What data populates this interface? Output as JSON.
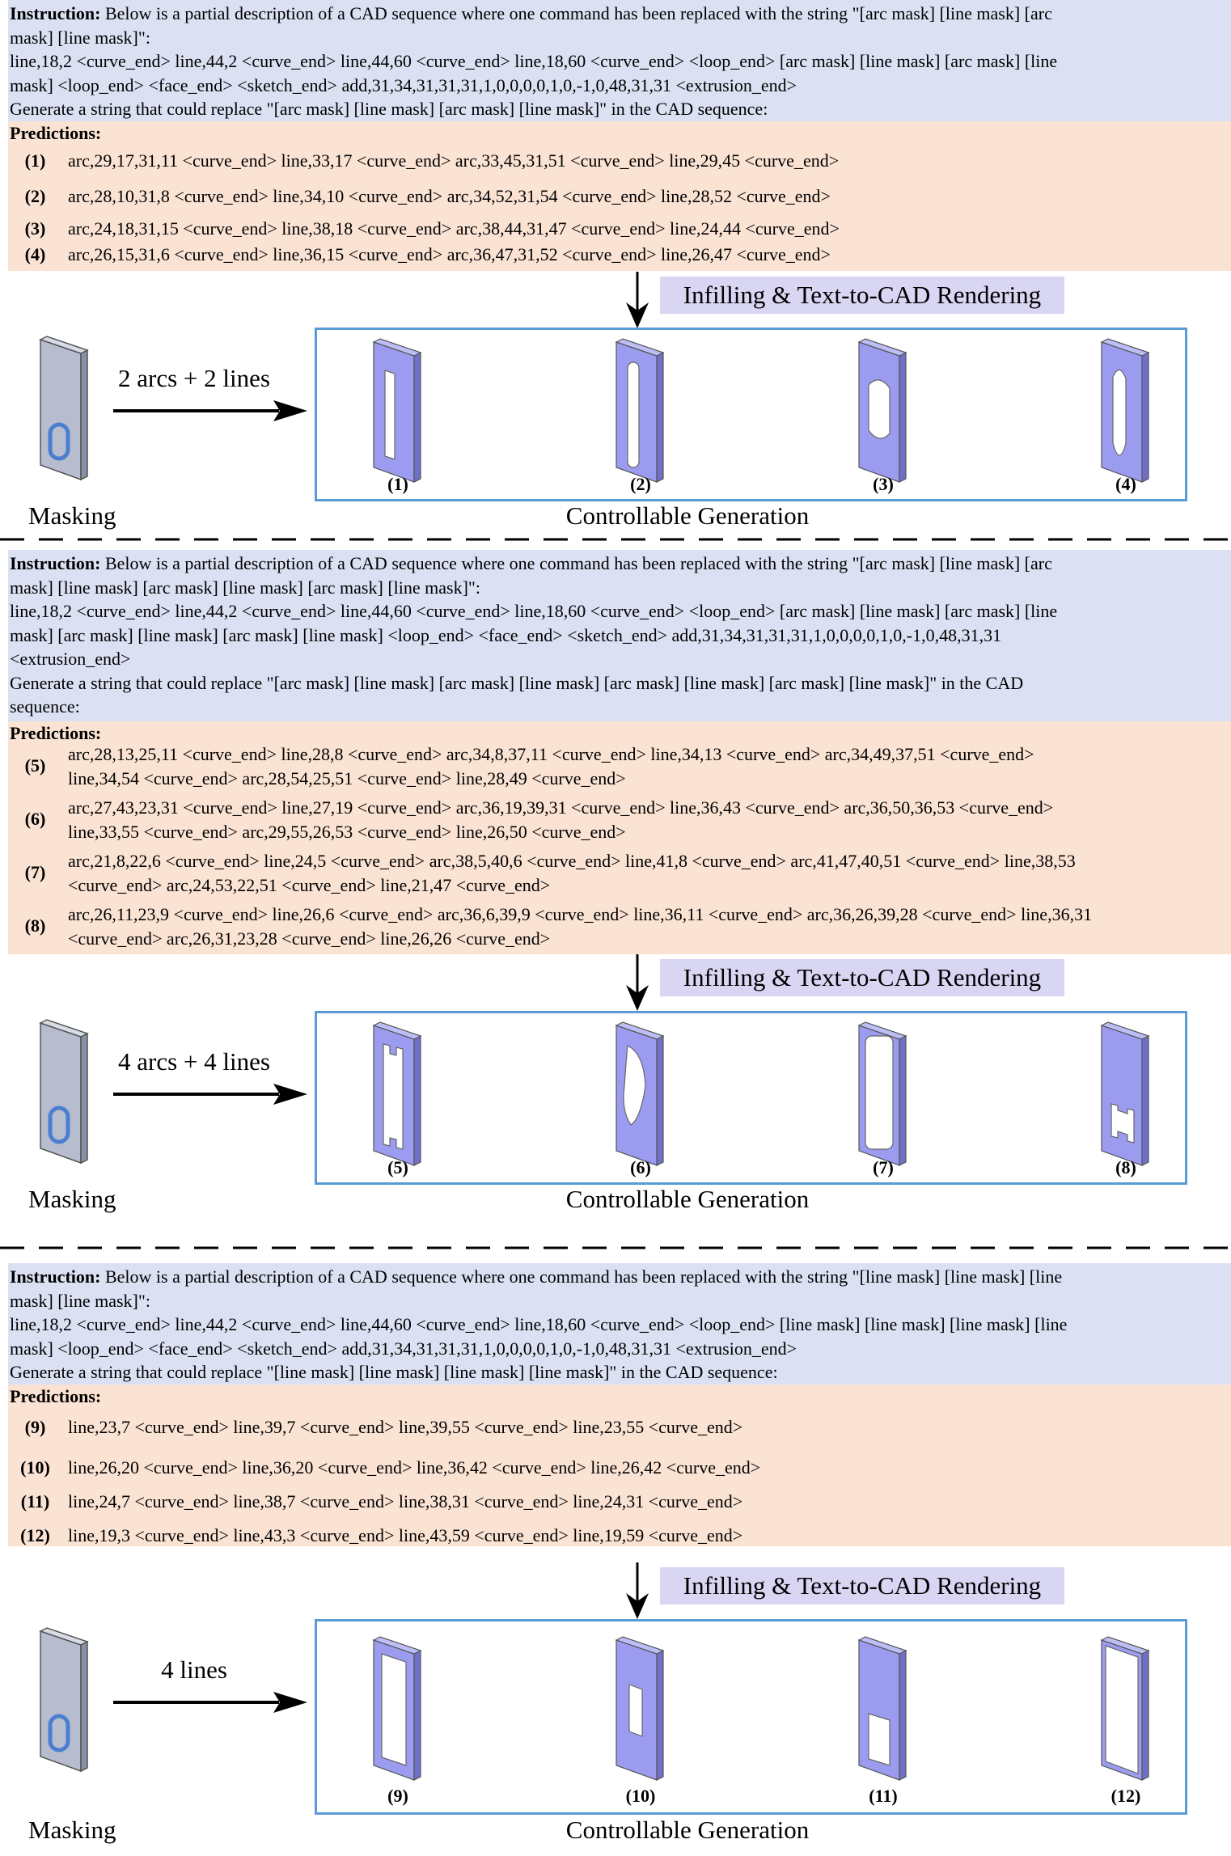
{
  "colors": {
    "instruction_bg": "#dbe1f3",
    "prediction_bg": "#fbe3d4",
    "infill_bg": "#d9d6f4",
    "box_border": "#5a9bd5",
    "plate_face": "#9b9cf0",
    "mask_plate": "#b8bccf",
    "slot": "#4a7fd0"
  },
  "sections": [
    {
      "instruction_label": "Instruction:",
      "instruction_lines": [
        "Below is a partial description of a CAD sequence where one command has been replaced with the string \"[arc mask] [line mask] [arc",
        "mask] [line mask]\":",
        "line,18,2 <curve_end> line,44,2 <curve_end> line,44,60 <curve_end> line,18,60 <curve_end> <loop_end> [arc mask] [line mask] [arc mask] [line",
        "mask] <loop_end> <face_end> <sketch_end> add,31,34,31,31,31,1,0,0,0,0,1,0,-1,0,48,31,31 <extrusion_end>",
        "Generate a string that could replace \"[arc mask] [line mask] [arc mask] [line mask]\" in the CAD sequence:"
      ],
      "predictions_title": "Predictions:",
      "predictions": [
        {
          "num": "(1)",
          "lines": [
            "arc,29,17,31,11 <curve_end> line,33,17 <curve_end> arc,33,45,31,51 <curve_end> line,29,45 <curve_end>"
          ]
        },
        {
          "num": "(2)",
          "lines": [
            "arc,28,10,31,8 <curve_end> line,34,10 <curve_end> arc,34,52,31,54 <curve_end> line,28,52 <curve_end>"
          ]
        },
        {
          "num": "(3)",
          "lines": [
            "arc,24,18,31,15 <curve_end> line,38,18 <curve_end> arc,38,44,31,47 <curve_end> line,24,44 <curve_end>"
          ]
        },
        {
          "num": "(4)",
          "lines": [
            "arc,26,15,31,6 <curve_end> line,36,15 <curve_end> arc,36,47,31,52 <curve_end> line,26,47 <curve_end>"
          ]
        }
      ],
      "infill_label": "Infilling & Text-to-CAD Rendering",
      "mask_label": "2 arcs + 2 lines",
      "masking_label": "Masking",
      "generation_label": "Controllable Generation",
      "outputs": [
        {
          "num": "(1)"
        },
        {
          "num": "(2)"
        },
        {
          "num": "(3)"
        },
        {
          "num": "(4)"
        }
      ]
    },
    {
      "instruction_label": "Instruction:",
      "instruction_lines": [
        "Below is a partial description of a CAD sequence where one command has been replaced with the string \"[arc mask] [line mask] [arc",
        "mask] [line mask] [arc mask] [line mask] [arc mask] [line mask]\":",
        "line,18,2 <curve_end> line,44,2 <curve_end> line,44,60 <curve_end> line,18,60 <curve_end> <loop_end> [arc mask] [line mask] [arc mask] [line",
        "mask] [arc mask] [line mask] [arc mask] [line mask] <loop_end> <face_end> <sketch_end> add,31,34,31,31,31,1,0,0,0,0,1,0,-1,0,48,31,31",
        "<extrusion_end>",
        "Generate a string that could replace \"[arc mask] [line mask] [arc mask] [line mask] [arc mask] [line mask] [arc mask] [line mask]\" in the CAD",
        "sequence:"
      ],
      "predictions_title": "Predictions:",
      "predictions": [
        {
          "num": "(5)",
          "lines": [
            "arc,28,13,25,11 <curve_end> line,28,8 <curve_end> arc,34,8,37,11 <curve_end> line,34,13 <curve_end> arc,34,49,37,51 <curve_end>",
            "line,34,54 <curve_end> arc,28,54,25,51 <curve_end> line,28,49 <curve_end>"
          ]
        },
        {
          "num": "(6)",
          "lines": [
            "arc,27,43,23,31 <curve_end> line,27,19 <curve_end> arc,36,19,39,31 <curve_end> line,36,43 <curve_end> arc,36,50,36,53 <curve_end>",
            "line,33,55 <curve_end> arc,29,55,26,53 <curve_end> line,26,50 <curve_end>"
          ]
        },
        {
          "num": "(7)",
          "lines": [
            "arc,21,8,22,6 <curve_end> line,24,5 <curve_end> arc,38,5,40,6 <curve_end> line,41,8 <curve_end> arc,41,47,40,51 <curve_end> line,38,53",
            "<curve_end> arc,24,53,22,51 <curve_end> line,21,47 <curve_end>"
          ]
        },
        {
          "num": "(8)",
          "lines": [
            "arc,26,11,23,9 <curve_end> line,26,6 <curve_end> arc,36,6,39,9 <curve_end> line,36,11 <curve_end> arc,36,26,39,28 <curve_end> line,36,31",
            "<curve_end> arc,26,31,23,28 <curve_end> line,26,26 <curve_end>"
          ]
        }
      ],
      "infill_label": "Infilling & Text-to-CAD Rendering",
      "mask_label": "4 arcs + 4 lines",
      "masking_label": "Masking",
      "generation_label": "Controllable Generation",
      "outputs": [
        {
          "num": "(5)"
        },
        {
          "num": "(6)"
        },
        {
          "num": "(7)"
        },
        {
          "num": "(8)"
        }
      ]
    },
    {
      "instruction_label": "Instruction:",
      "instruction_lines": [
        "Below is a partial description of a CAD sequence where one command has been replaced with the string \"[line mask] [line mask] [line",
        "mask] [line mask]\":",
        "line,18,2 <curve_end> line,44,2 <curve_end> line,44,60 <curve_end> line,18,60 <curve_end> <loop_end> [line mask] [line mask] [line mask] [line",
        "mask] <loop_end> <face_end> <sketch_end> add,31,34,31,31,31,1,0,0,0,0,1,0,-1,0,48,31,31 <extrusion_end>",
        "Generate a string that could replace \"[line mask] [line mask] [line mask] [line mask]\" in the CAD sequence:"
      ],
      "predictions_title": "Predictions:",
      "predictions": [
        {
          "num": "(9)",
          "lines": [
            "line,23,7 <curve_end> line,39,7 <curve_end> line,39,55 <curve_end> line,23,55 <curve_end>"
          ]
        },
        {
          "num": "(10)",
          "lines": [
            "line,26,20 <curve_end> line,36,20 <curve_end> line,36,42 <curve_end> line,26,42 <curve_end>"
          ]
        },
        {
          "num": "(11)",
          "lines": [
            "line,24,7 <curve_end> line,38,7 <curve_end> line,38,31 <curve_end> line,24,31 <curve_end>"
          ]
        },
        {
          "num": "(12)",
          "lines": [
            "line,19,3 <curve_end> line,43,3 <curve_end> line,43,59 <curve_end> line,19,59 <curve_end>"
          ]
        }
      ],
      "infill_label": "Infilling & Text-to-CAD Rendering",
      "mask_label": "4 lines",
      "masking_label": "Masking",
      "generation_label": "Controllable Generation",
      "outputs": [
        {
          "num": "(9)"
        },
        {
          "num": "(10)"
        },
        {
          "num": "(11)"
        },
        {
          "num": "(12)"
        }
      ]
    }
  ]
}
